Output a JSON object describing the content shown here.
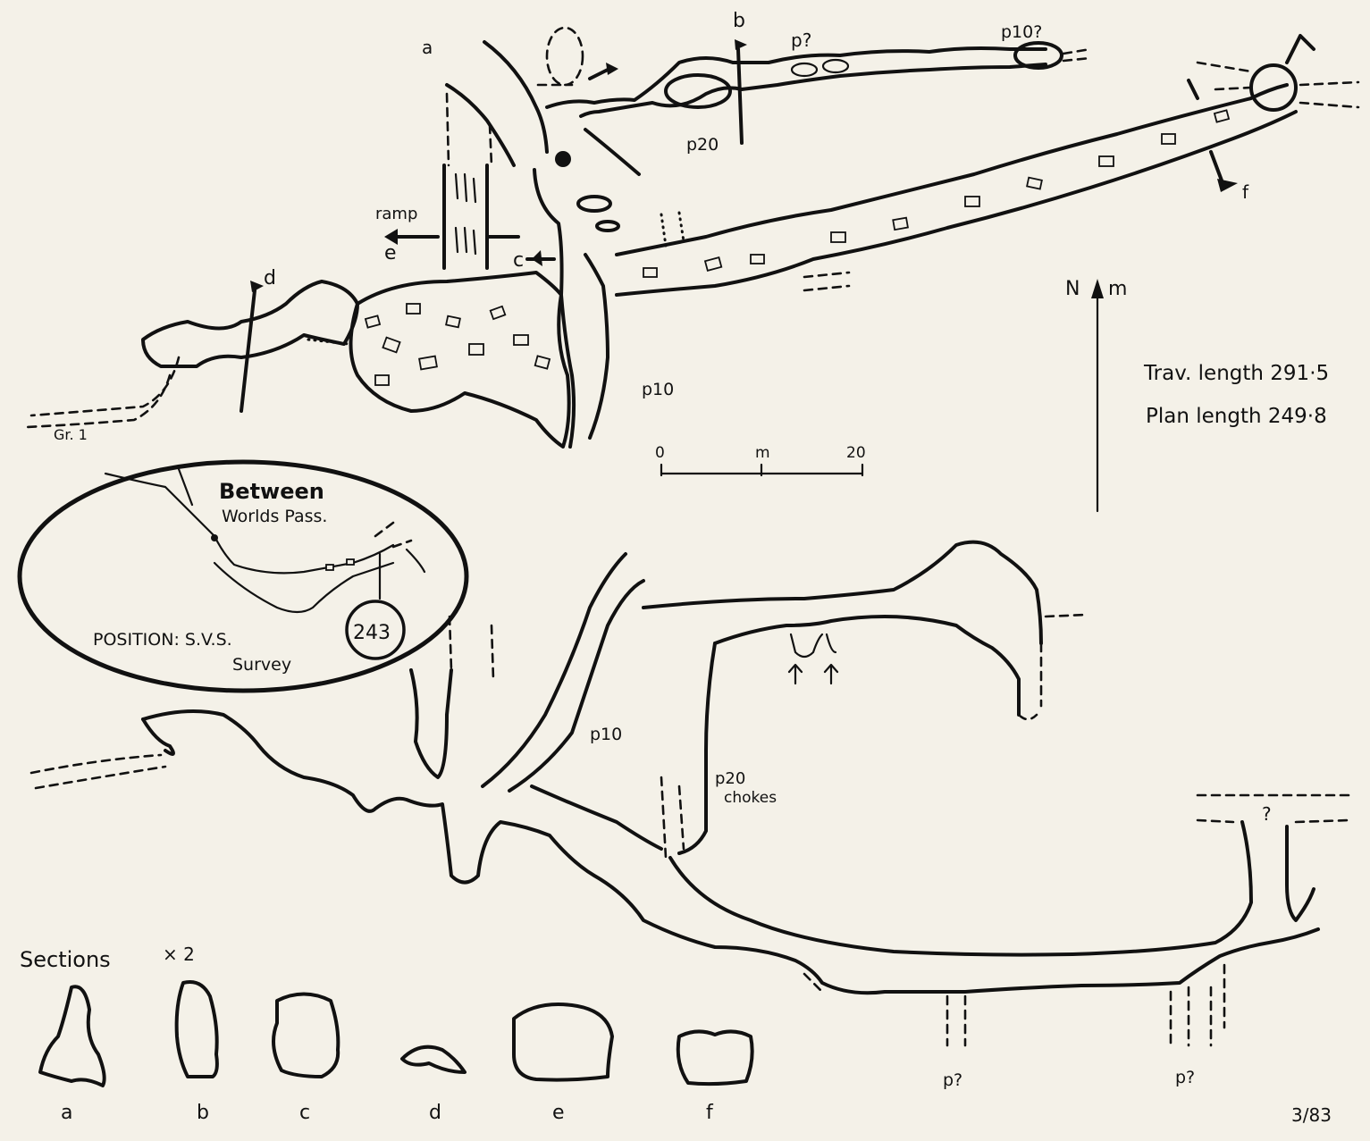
{
  "plan": {
    "labels": {
      "a": "a",
      "b": "b",
      "c": "c",
      "d": "d",
      "e": "e",
      "f": "f",
      "p_q": "p?",
      "p10_q": "p10?",
      "p20": "p20",
      "p10": "p10",
      "ramp": "ramp",
      "gr1": "Gr. 1"
    }
  },
  "north": {
    "label": "N",
    "unit": "m"
  },
  "stats": {
    "trav_length": "Trav. length 291·5",
    "plan_length": "Plan length 249·8"
  },
  "scale_bar": {
    "start": "0",
    "mid": "m",
    "end": "20"
  },
  "inset": {
    "title_line1": "Between",
    "title_line2": "Worlds Pass.",
    "position_line1": "POSITION: S.V.S.",
    "position_line2": "Survey",
    "survey_number": "243"
  },
  "elevation": {
    "labels": {
      "p10": "p10",
      "p20": "p20",
      "chokes": "chokes",
      "p_q_left": "p?",
      "p_q_right": "p?",
      "q_mark": "?"
    }
  },
  "sections": {
    "title": "Sections",
    "scale": "× 2",
    "labels": [
      "a",
      "b",
      "c",
      "d",
      "e",
      "f"
    ]
  },
  "date": "3/83"
}
